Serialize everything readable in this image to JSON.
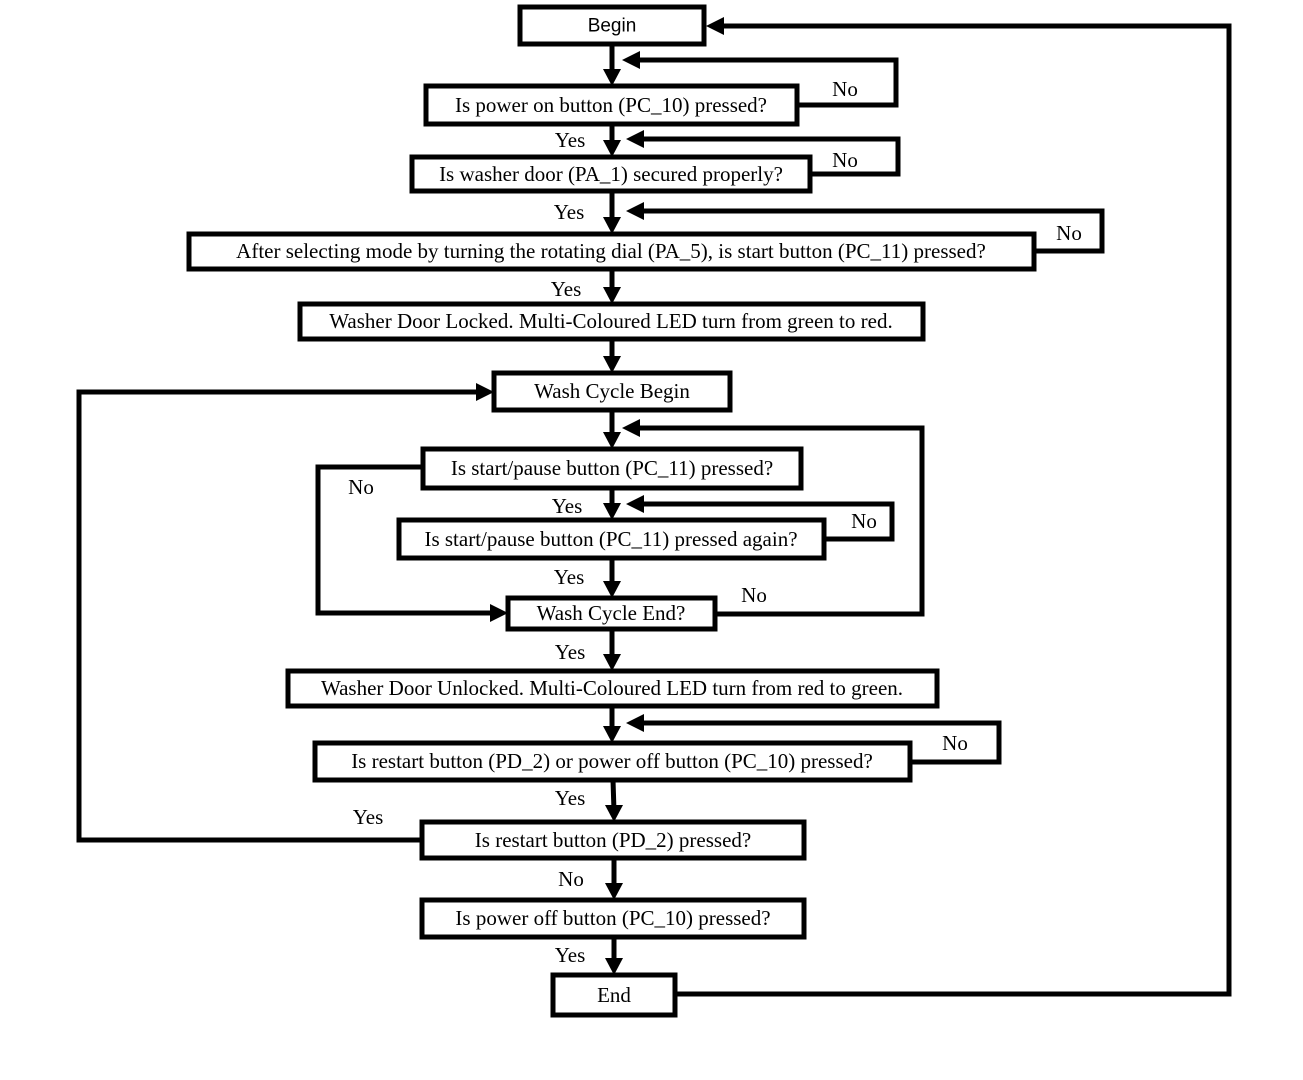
{
  "nodes": {
    "begin": "Begin",
    "power_on": "Is  power on button (PC_10) pressed?",
    "door_secured": "Is washer door (PA_1) secured properly?",
    "select_mode": "After selecting mode by turning the rotating dial (PA_5), is start button (PC_11) pressed?",
    "door_locked": "Washer Door Locked. Multi-Coloured LED turn from green to red.",
    "wash_begin": "Wash Cycle Begin",
    "pause_pressed": "Is start/pause button (PC_11) pressed?",
    "pause_again": "Is start/pause button (PC_11) pressed again?",
    "wash_end": "Wash Cycle End?",
    "door_unlocked": "Washer Door Unlocked. Multi-Coloured LED turn from red to green.",
    "restart_or_off": "Is restart button (PD_2) or power off button (PC_10) pressed?",
    "restart_pressed": "Is restart button (PD_2) pressed?",
    "power_off": "Is power off button (PC_10) pressed?",
    "end": "End"
  },
  "labels": {
    "no_power_on": "No",
    "yes_power_on": "Yes",
    "no_door": "No",
    "yes_door": "Yes",
    "no_mode": "No",
    "yes_mode": "Yes",
    "no_pause": "No",
    "yes_pause": "Yes",
    "no_pause_again": "No",
    "yes_pause_again": "Yes",
    "no_wash_end": "No",
    "yes_wash_end": "Yes",
    "no_restart_or_off": "No",
    "yes_restart_or_off": "Yes",
    "yes_restart": "Yes",
    "no_restart": "No",
    "yes_power_off": "Yes"
  }
}
